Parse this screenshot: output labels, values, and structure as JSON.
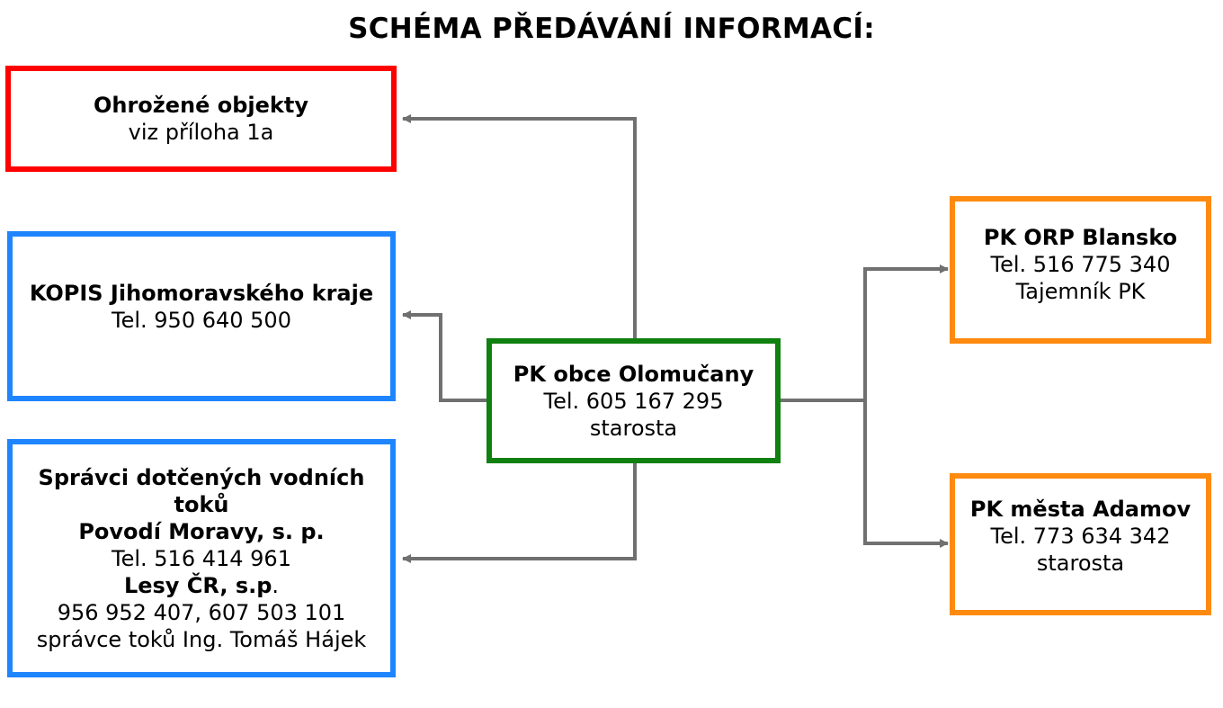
{
  "title": "SCHÉMA PŘEDÁVÁNÍ INFORMACÍ:",
  "colors": {
    "red": "#ff0000",
    "blue": "#1e85ff",
    "green": "#108010",
    "orange": "#ff8a10",
    "connector": "#707070"
  },
  "nodes": {
    "threatened": {
      "title": "Ohrožené objekty",
      "line1": "viz příloha 1a"
    },
    "kopis": {
      "title": "KOPIS Jihomoravského kraje",
      "line1": "Tel. 950 640 500"
    },
    "managers": {
      "title": "Správci dotčených vodních toků",
      "org1": "Povodí Moravy, s. p.",
      "org1_tel": "Tel. 516 414 961",
      "org2": "Lesy ČR, s.p",
      "org2_dot": ".",
      "org2_tel": "956 952 407, 607 503 101",
      "contact": "správce toků Ing. Tomáš Hájek"
    },
    "center": {
      "title": "PK obce Olomučany",
      "line1": "Tel. 605 167 295",
      "line2": "starosta"
    },
    "blansko": {
      "title": "PK ORP Blansko",
      "line1": "Tel. 516 775 340",
      "line2": "Tajemník PK"
    },
    "adamov": {
      "title": "PK města Adamov",
      "line1": "Tel. 773 634 342",
      "line2": "starosta"
    }
  }
}
